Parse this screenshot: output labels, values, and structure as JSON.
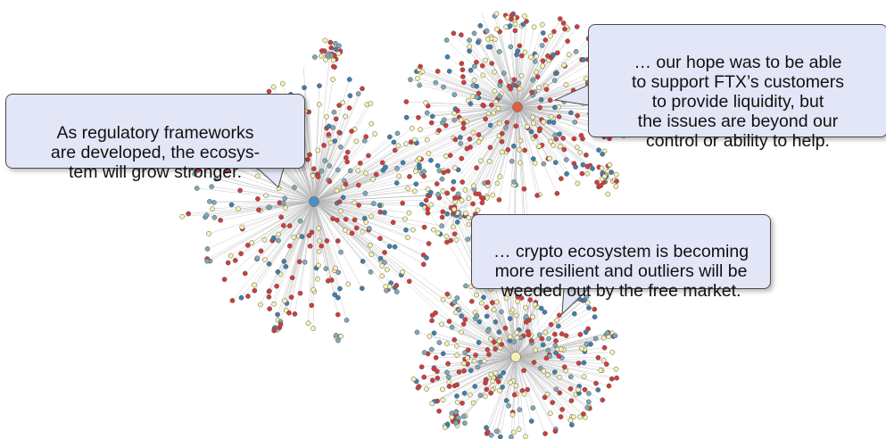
{
  "callouts": {
    "left": {
      "text": "As regulatory frameworks\nare developed, the ecosys-\ntem will grow stronger."
    },
    "right": {
      "text": "… our hope was to be able\nto support FTX’s customers\nto provide liquidity, but\nthe issues are beyond our\ncontrol or ability to help."
    },
    "mid": {
      "text": "… crypto ecosystem is becoming\nmore resilient and outliers will be\nweeded out by the free market."
    }
  },
  "colors": {
    "hub_blue": "#4a90c4",
    "hub_red": "#e0603f",
    "hub_yellow": "#f5f0b3",
    "node_red": "#d33b3b",
    "node_blue": "#3f7fb0",
    "node_teal": "#7fa9b8",
    "node_yellow": "#f8f3b0",
    "edge": "#b5b5b5",
    "callout_fill": "#e3e6f7"
  }
}
